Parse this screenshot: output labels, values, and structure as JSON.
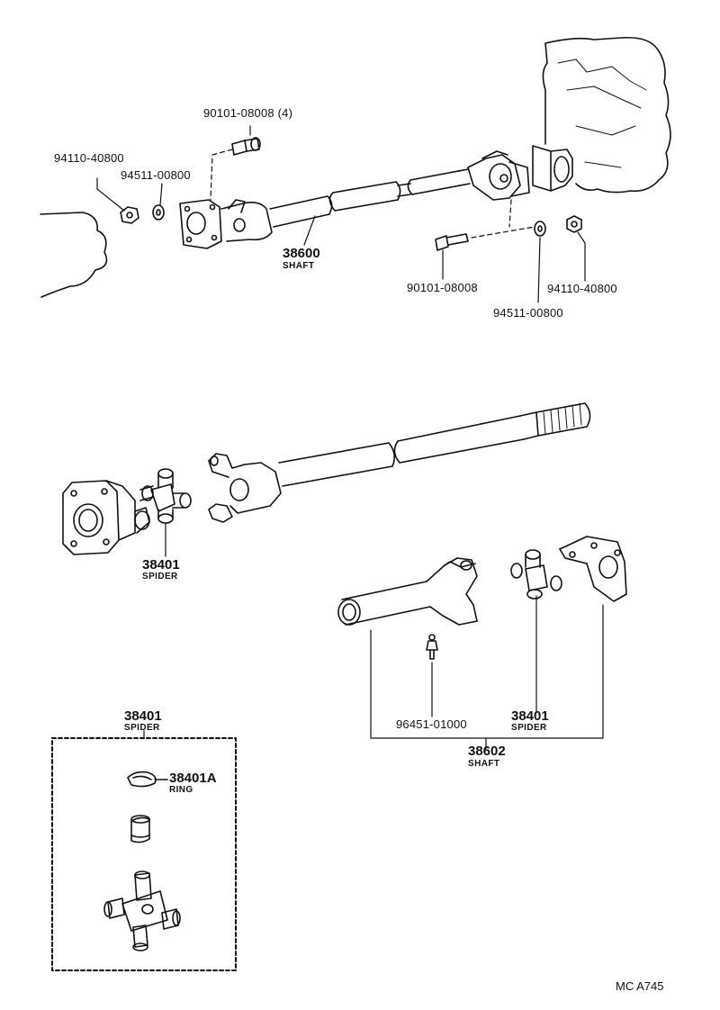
{
  "callouts": {
    "bolt_upper": "90101-08008",
    "bolt_upper_qty": "(4)",
    "nut_left": "94110-40800",
    "washer_left": "94511-00800",
    "shaft_upper_number": "38600",
    "shaft_upper_name": "SHAFT",
    "bolt_lower": "90101-08008",
    "nut_right": "94110-40800",
    "washer_right": "94511-00800",
    "spider_left_number": "38401",
    "spider_left_name": "SPIDER",
    "spider_right_number": "38401",
    "spider_right_name": "SPIDER",
    "grease_fitting": "96451-01000",
    "shaft_lower_number": "38602",
    "shaft_lower_name": "SHAFT",
    "box_spider_number": "38401",
    "box_spider_name": "SPIDER",
    "ring_number": "38401A",
    "ring_name": "RING"
  },
  "diagram_code": "MC A745"
}
